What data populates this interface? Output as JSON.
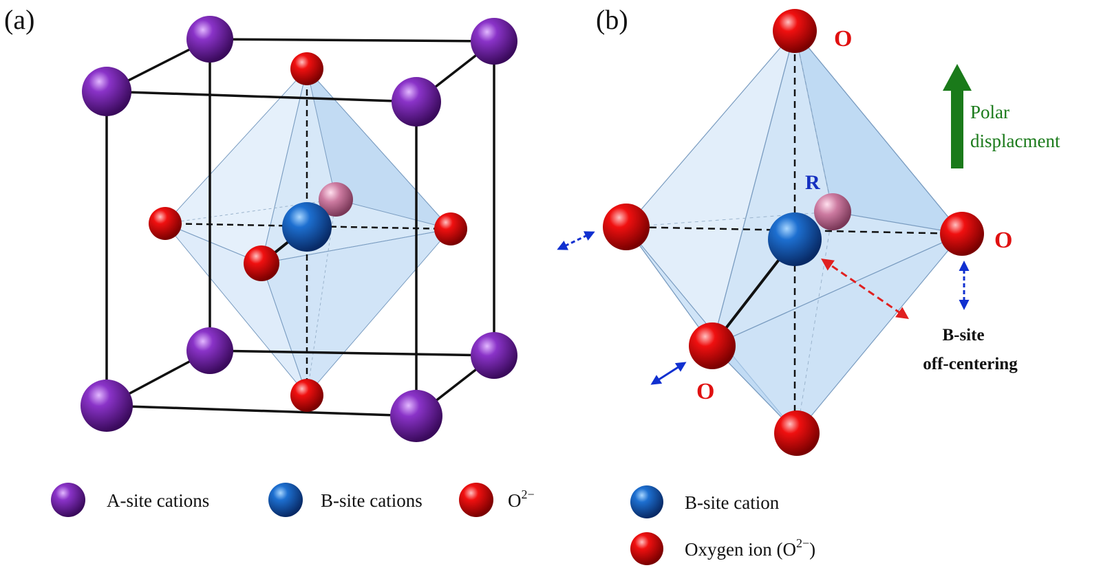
{
  "panel_a": {
    "label": "(a)",
    "legend": {
      "a_site": "A-site cations",
      "b_site": "B-site cations",
      "oxygen": "O",
      "oxygen_sup": "2−"
    }
  },
  "panel_b": {
    "label": "(b)",
    "oxygen_label": "O",
    "r_label": "R",
    "polar_line1": "Polar",
    "polar_line2": "displacment",
    "offcenter_line1": "B-site",
    "offcenter_line2": "off-centering",
    "legend": {
      "b_site": "B-site cation",
      "oxygen_prefix": "Oxygen ion (O",
      "oxygen_sup": "2−",
      "oxygen_suffix": ")"
    }
  },
  "colors": {
    "a_site": "#6a1e9a",
    "b_site": "#1565c0",
    "oxygen": "#e00010",
    "r_site": "#c8749a",
    "octahedron": "#b8d6f2",
    "polar_arrow": "#1a7a1a",
    "offcenter_arrow": "#e02020",
    "vibration_arrow": "#1030d0"
  }
}
